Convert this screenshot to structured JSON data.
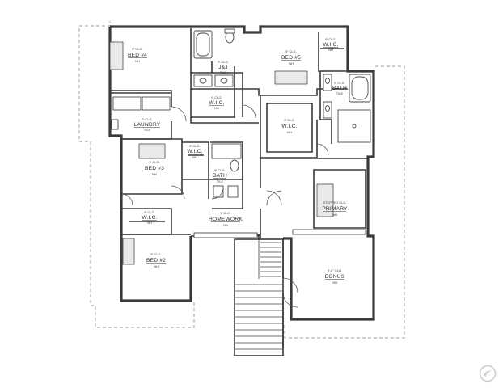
{
  "rooms": {
    "bed4": {
      "ceiling": "9' CLG.",
      "name": "BED #4",
      "floor": "NH"
    },
    "jack_jill": {
      "ceiling": "9' CLG.",
      "name": "J&J",
      "floor": "TILE"
    },
    "bed5": {
      "ceiling": "9' CLG.",
      "name": "BED #5",
      "floor": "NH"
    },
    "wic_a": {
      "ceiling": "9' CLG.",
      "name": "W.I.C.",
      "floor": "NH"
    },
    "wic_b": {
      "ceiling": "9' CLG.",
      "name": "W.I.C.",
      "floor": "NH"
    },
    "bath_primary": {
      "ceiling": "9' CLG.",
      "name": "BATH",
      "floor": "TILE"
    },
    "laundry": {
      "ceiling": "9' CLG.",
      "name": "LAUNDRY",
      "floor": "TILE"
    },
    "wic_primary": {
      "ceiling": "9' CLG.",
      "name": "W.I.C.",
      "floor": "NH"
    },
    "bed3": {
      "ceiling": "9' CLG.",
      "name": "BED #3",
      "floor": "NH"
    },
    "wic_c": {
      "ceiling": "9' CLG.",
      "name": "W.I.C.",
      "floor": "NH"
    },
    "bath": {
      "ceiling": "9' CLG.",
      "name": "BATH",
      "floor": "TILE"
    },
    "primary": {
      "ceiling": "STEPPED CLG.",
      "name": "PRIMARY",
      "floor": "NH"
    },
    "homework": {
      "ceiling": "9' CLG.",
      "name": "HOMEWORK",
      "floor": "NH"
    },
    "wic_d": {
      "ceiling": "9' CLG.",
      "name": "W.I.C.",
      "floor": "NH"
    },
    "bed2": {
      "ceiling": "9' CLG.",
      "name": "BED #2",
      "floor": "NH"
    },
    "bonus": {
      "ceiling": "9'-8\" CLG.",
      "name": "BONUS",
      "floor": "NH"
    }
  },
  "icons": {
    "watermark": "watermark-logo-icon"
  },
  "colors": {
    "wall": "#3a3a3a",
    "background": "#ffffff",
    "outline": "#9a9a9a"
  }
}
